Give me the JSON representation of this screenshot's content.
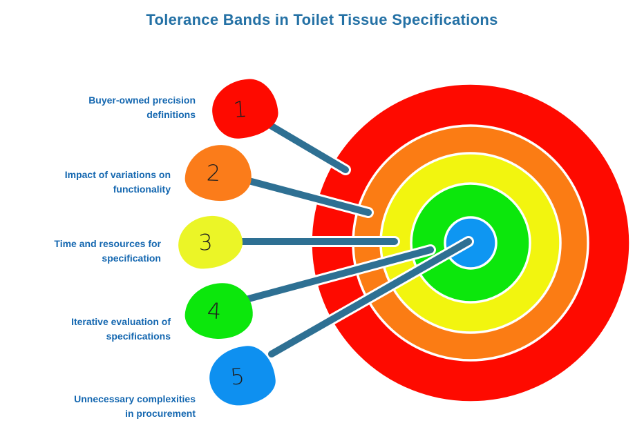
{
  "title": "Tolerance Bands in Toilet Tissue Specifications",
  "colors": {
    "title": "#2471a5",
    "label": "#1467b0",
    "connector": "#2e7093",
    "number": "#1f1f1f",
    "background": "#ffffff"
  },
  "target": {
    "rings": [
      {
        "name": "outer-ring-1",
        "color": "#fe0a00"
      },
      {
        "name": "ring-2",
        "color": "#fb7c14"
      },
      {
        "name": "ring-3",
        "color": "#f2f50f"
      },
      {
        "name": "ring-4",
        "color": "#0ce70c"
      },
      {
        "name": "bullseye-ring-5",
        "color": "#0e96f2"
      }
    ]
  },
  "items": [
    {
      "number": "1",
      "color": "#fe0a00",
      "label_line1": "Buyer-owned precision",
      "label_line2": "definitions"
    },
    {
      "number": "2",
      "color": "#fb7c1a",
      "label_line1": "Impact of variations on",
      "label_line2": "functionality"
    },
    {
      "number": "3",
      "color": "#ebf527",
      "label_line1": "Time and resources for",
      "label_line2": "specification"
    },
    {
      "number": "4",
      "color": "#0ce70c",
      "label_line1": "Iterative evaluation of",
      "label_line2": "specifications"
    },
    {
      "number": "5",
      "color": "#0e90f0",
      "label_line1": "Unnecessary complexities",
      "label_line2": "in procurement"
    }
  ]
}
